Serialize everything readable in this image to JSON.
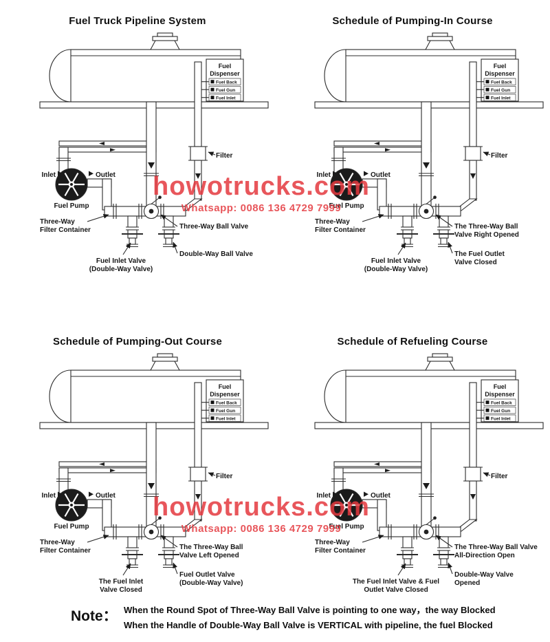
{
  "watermark": {
    "brand": "howotrucks.com",
    "whatsapp": "Whatsapp: 0086 136 4729 7999",
    "color": "#e4383e"
  },
  "labels": {
    "fuel_dispenser_line1": "Fuel",
    "fuel_dispenser_line2": "Dispenser",
    "fuel_back": "Fuel Back",
    "fuel_gun": "Fuel Gun",
    "fuel_inlet": "Fuel Inlet",
    "filter": "Filter",
    "inlet": "Inlet",
    "outlet": "Outlet",
    "fuel_pump": "Fuel Pump",
    "three_way_filter_line1": "Three-Way",
    "three_way_filter_line2": "Filter Container"
  },
  "panels": [
    {
      "title": "Fuel Truck Pipeline System",
      "callout_left_line1": "Fuel Inlet Valve",
      "callout_left_line2": "(Double-Way Valve)",
      "callout_ball_line1": "Three-Way Ball Valve",
      "callout_ball_line2": "",
      "callout_right_line1": "Double-Way Ball Valve",
      "callout_right_line2": ""
    },
    {
      "title": "Schedule of Pumping-In Course",
      "callout_left_line1": "Fuel Inlet Valve",
      "callout_left_line2": "(Double-Way Valve)",
      "callout_ball_line1": "The Three-Way Ball",
      "callout_ball_line2": "Valve Right Opened",
      "callout_right_line1": "The Fuel Outlet",
      "callout_right_line2": "Valve Closed"
    },
    {
      "title": "Schedule of Pumping-Out Course",
      "callout_left_line1": "The Fuel Inlet",
      "callout_left_line2": "Valve Closed",
      "callout_ball_line1": "The Three-Way Ball",
      "callout_ball_line2": "Valve Left Opened",
      "callout_right_line1": "Fuel Outlet Valve",
      "callout_right_line2": "(Double-Way Valve)"
    },
    {
      "title": "Schedule of Refueling Course",
      "callout_left_line1": "The Fuel Inlet Valve & Fuel",
      "callout_left_line2": "Outlet Valve Closed",
      "callout_ball_line1": "The Three-Way Ball Valve",
      "callout_ball_line2": "All-Direction Open",
      "callout_right_line1": "Double-Way Valve",
      "callout_right_line2": "Opened"
    }
  ],
  "note": {
    "label": "Note：",
    "line1": "When the Round Spot of Three-Way Ball Valve is pointing to one way，the way Blocked",
    "line2": "When the Handle of Double-Way Ball Valve is VERTICAL with pipeline, the fuel Blocked"
  }
}
